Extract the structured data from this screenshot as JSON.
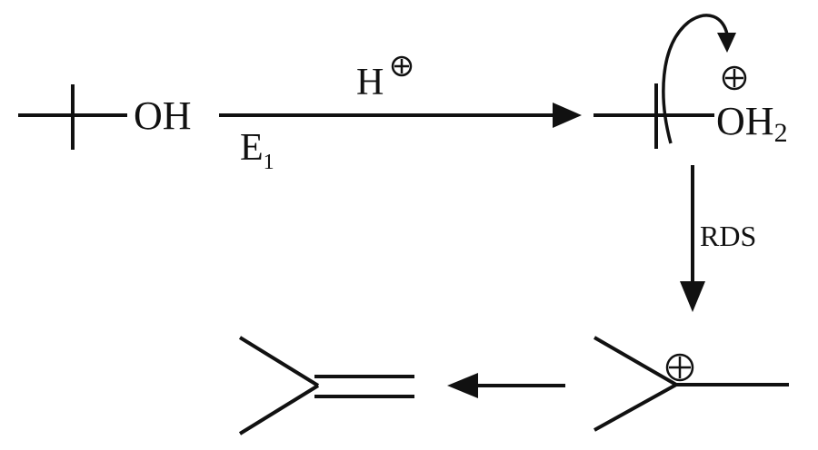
{
  "reactant": {
    "group": "OH"
  },
  "step1": {
    "reagent": "H",
    "reagent_charge": "positive",
    "mechanism_main": "E",
    "mechanism_sub": "1"
  },
  "protonated_intermediate": {
    "group_main": "OH",
    "group_sub": "2",
    "charge": "positive"
  },
  "step2": {
    "label": "RDS"
  },
  "carbocation": {
    "charge": "positive"
  },
  "product": {
    "structure": "alkene"
  }
}
